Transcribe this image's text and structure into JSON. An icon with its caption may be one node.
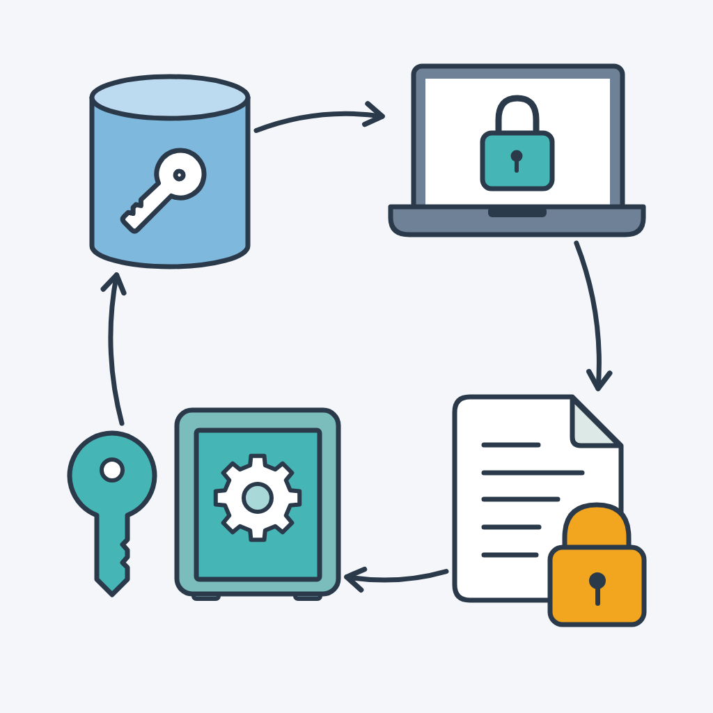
{
  "diagram": {
    "nodes": [
      {
        "text": [],
        "shape": "cylinder"
      },
      {
        "text": [],
        "shape": "picture"
      },
      {
        "text": [],
        "shape": "picture"
      },
      {
        "text": [],
        "shape": "picture"
      },
      {
        "text": [],
        "shape": "picture"
      }
    ],
    "edges": [
      {
        "from": 0,
        "to": 1,
        "arrow": "to"
      },
      {
        "from": 1,
        "to": 2,
        "arrow": "to"
      },
      {
        "from": 2,
        "to": 3,
        "arrow": "to"
      },
      {
        "from": 4,
        "to": 0,
        "arrow": "to"
      }
    ]
  }
}
